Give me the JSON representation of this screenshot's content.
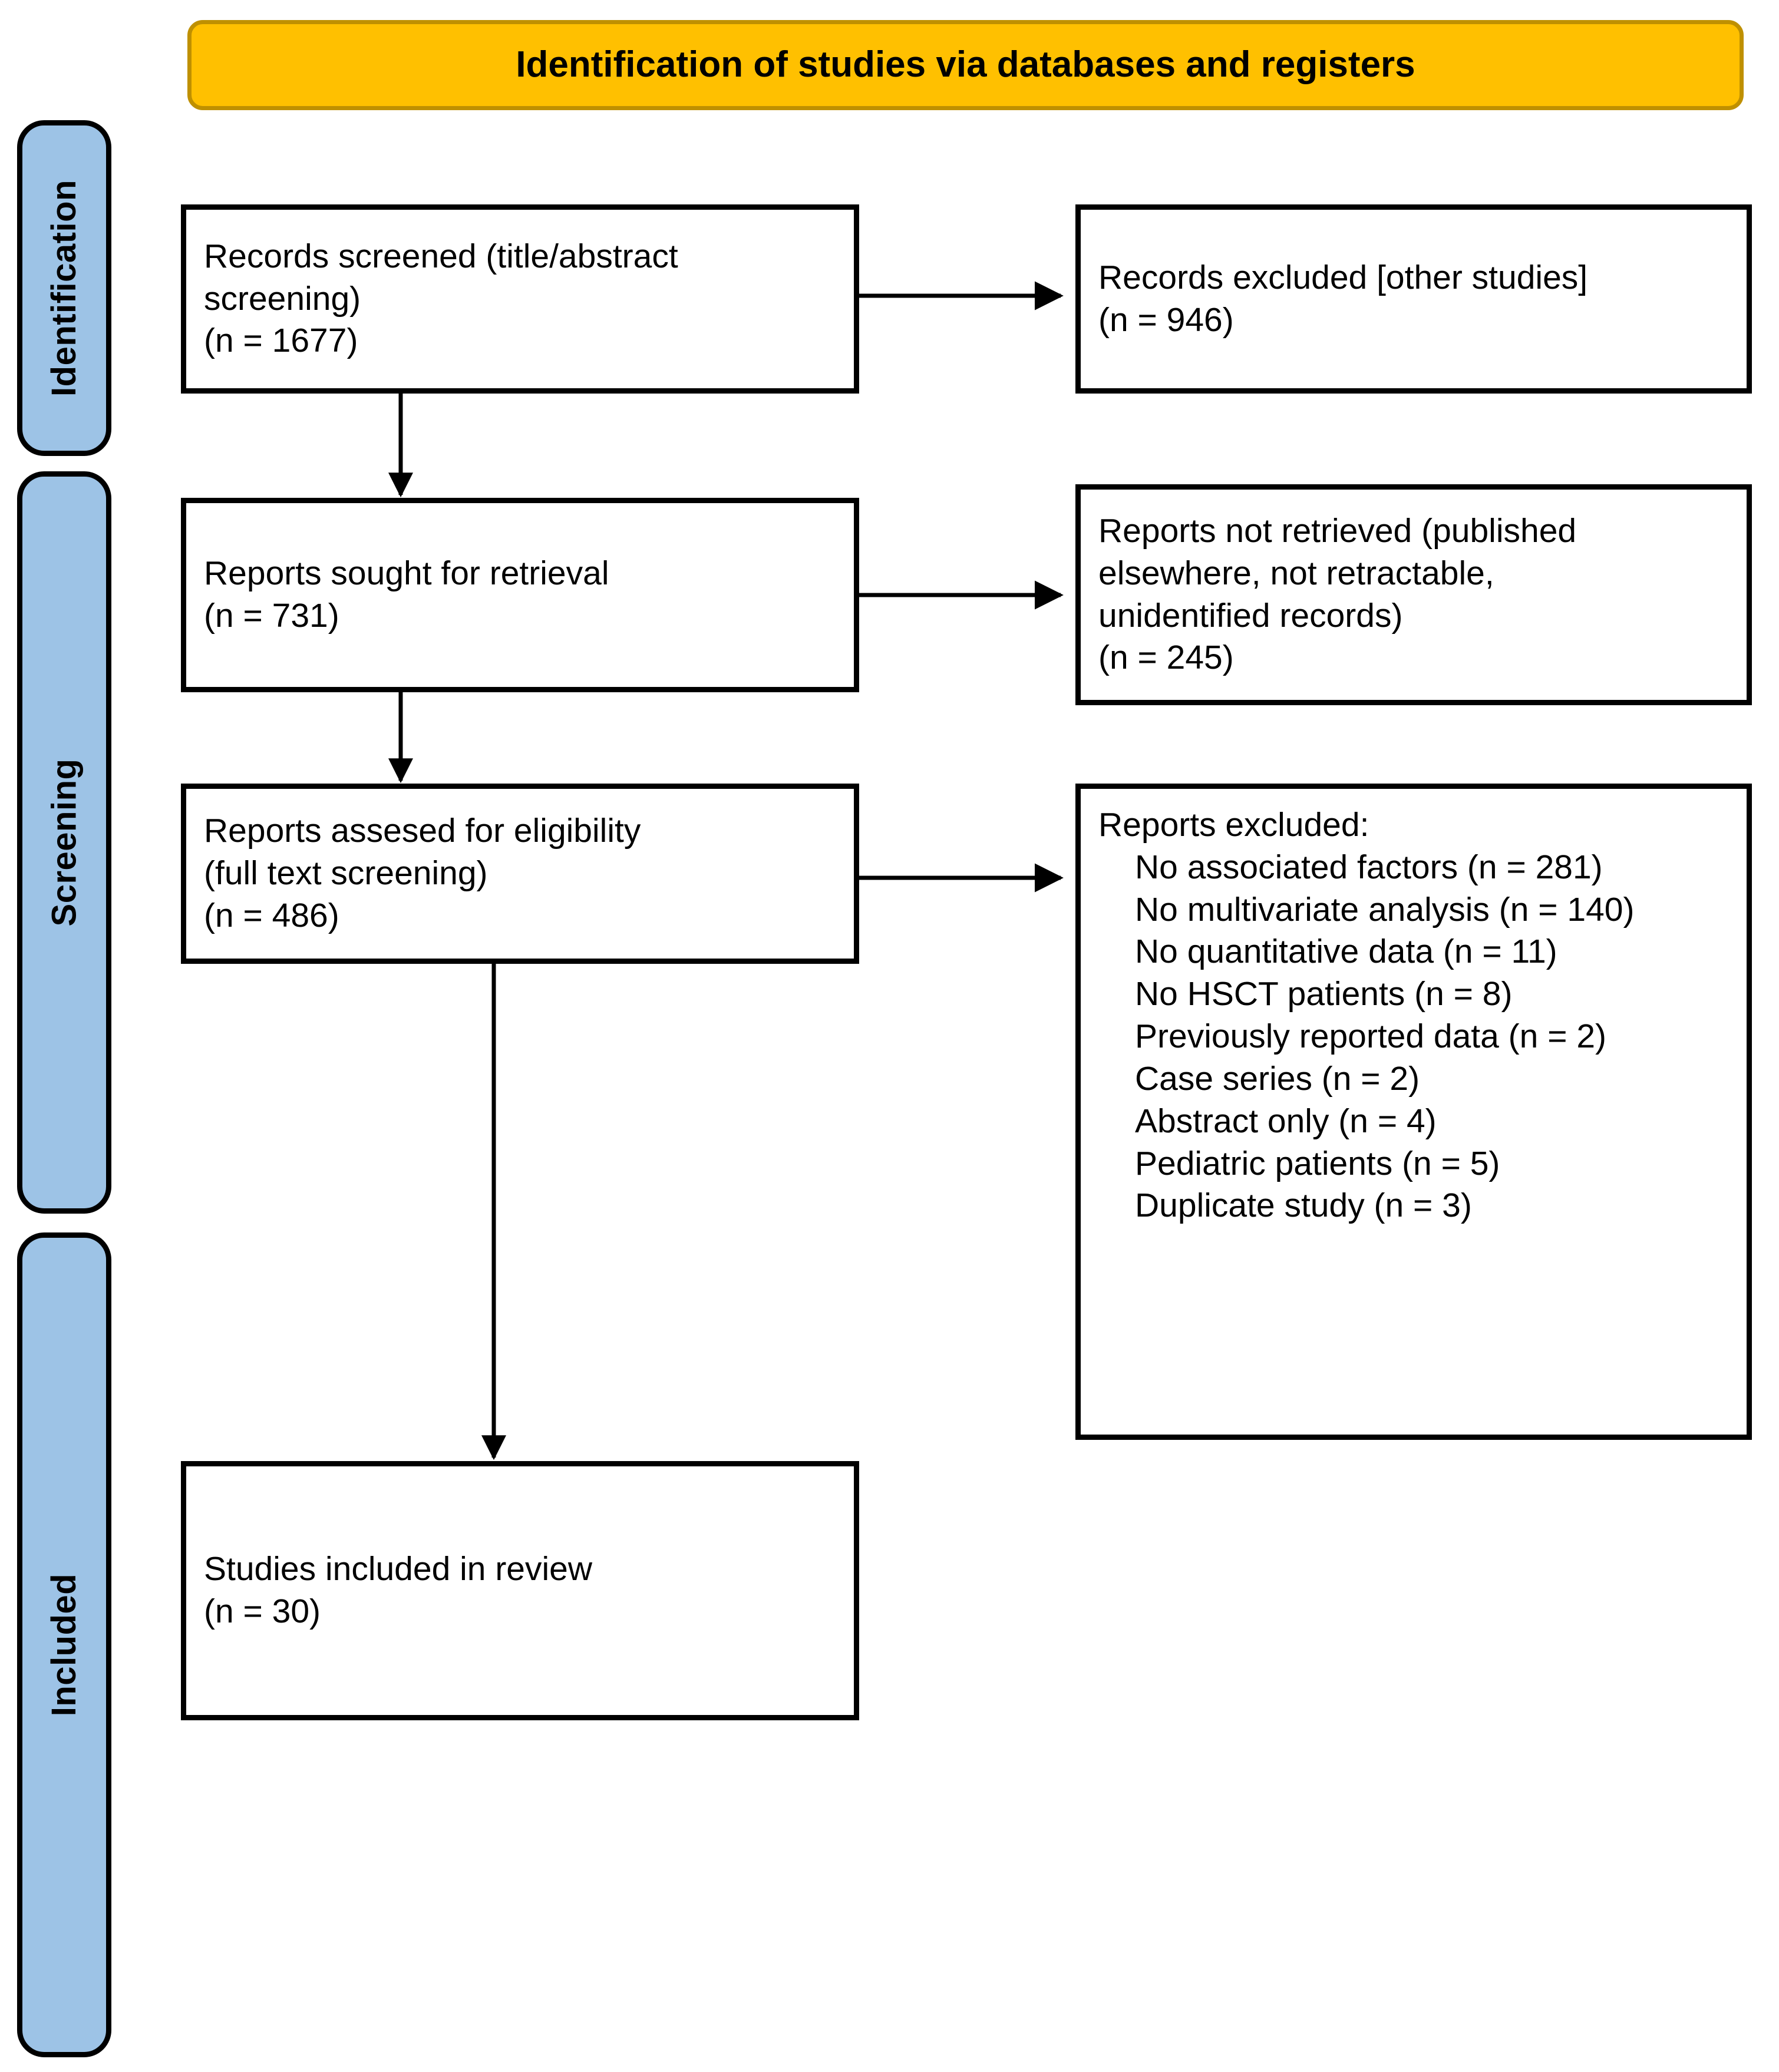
{
  "banner": {
    "title": "Identification of studies via databases and registers",
    "fill_color": "#FFC000",
    "border_color": "#BF9000"
  },
  "stages": [
    {
      "label": "Identification",
      "fill_color": "#9DC3E6"
    },
    {
      "label": "Screening",
      "fill_color": "#9DC3E6"
    },
    {
      "label": "Included",
      "fill_color": "#9DC3E6"
    }
  ],
  "boxes": {
    "records_screened": {
      "line1": "Records screened (title/abstract",
      "line2": "screening)",
      "line3": "(n = 1677)"
    },
    "records_excluded": {
      "line1": "Records excluded [other studies]",
      "line2": "(n = 946)"
    },
    "reports_sought": {
      "line1": "Reports sought for retrieval",
      "line2": "(n = 731)"
    },
    "reports_not_retrieved": {
      "line1": "Reports not retrieved (published",
      "line2": "elsewhere, not retractable,",
      "line3": "unidentified records)",
      "line4": "(n = 245)"
    },
    "reports_assessed": {
      "line1": "Reports assesed for eligibility",
      "line2": "(full text screening)",
      "line3": "(n = 486)"
    },
    "reports_excluded": {
      "heading": "Reports excluded:",
      "reasons": [
        "No associated factors (n = 281)",
        "No multivariate analysis (n = 140)",
        "No quantitative data (n = 11)",
        "No HSCT patients (n = 8)",
        "Previously reported data (n = 2)",
        "Case series (n = 2)",
        "Abstract only (n = 4)",
        "Pediatric patients (n = 5)",
        "Duplicate study (n = 3)"
      ]
    },
    "studies_included": {
      "line1": "Studies included in review",
      "line2": "(n = 30)"
    }
  },
  "chart_data": {
    "type": "diagram",
    "title": "Identification of studies via databases and registers",
    "diagram_kind": "PRISMA flow diagram",
    "stages": [
      "Identification",
      "Screening",
      "Included"
    ],
    "nodes": [
      {
        "id": "records_screened",
        "stage": "Identification",
        "label": "Records screened (title/abstract screening)",
        "n": 1677
      },
      {
        "id": "records_excluded",
        "stage": "Identification",
        "label": "Records excluded [other studies]",
        "n": 946
      },
      {
        "id": "reports_sought",
        "stage": "Screening",
        "label": "Reports sought for retrieval",
        "n": 731
      },
      {
        "id": "reports_not_retrieved",
        "stage": "Screening",
        "label": "Reports not retrieved (published elsewhere, not retractable, unidentified records)",
        "n": 245
      },
      {
        "id": "reports_assessed",
        "stage": "Screening",
        "label": "Reports assesed for eligibility (full text screening)",
        "n": 486
      },
      {
        "id": "reports_excluded",
        "stage": "Screening",
        "label": "Reports excluded",
        "n": null
      },
      {
        "id": "studies_included",
        "stage": "Included",
        "label": "Studies included in review",
        "n": 30
      }
    ],
    "exclusion_reasons": [
      {
        "reason": "No associated factors",
        "n": 281
      },
      {
        "reason": "No multivariate analysis",
        "n": 140
      },
      {
        "reason": "No quantitative data",
        "n": 11
      },
      {
        "reason": "No HSCT patients",
        "n": 8
      },
      {
        "reason": "Previously reported data",
        "n": 2
      },
      {
        "reason": "Case series",
        "n": 2
      },
      {
        "reason": "Abstract only",
        "n": 4
      },
      {
        "reason": "Pediatric patients",
        "n": 5
      },
      {
        "reason": "Duplicate study",
        "n": 3
      }
    ],
    "edges": [
      {
        "from": "records_screened",
        "to": "records_excluded",
        "direction": "right"
      },
      {
        "from": "records_screened",
        "to": "reports_sought",
        "direction": "down"
      },
      {
        "from": "reports_sought",
        "to": "reports_not_retrieved",
        "direction": "right"
      },
      {
        "from": "reports_sought",
        "to": "reports_assessed",
        "direction": "down"
      },
      {
        "from": "reports_assessed",
        "to": "reports_excluded",
        "direction": "right"
      },
      {
        "from": "reports_assessed",
        "to": "studies_included",
        "direction": "down"
      }
    ]
  }
}
